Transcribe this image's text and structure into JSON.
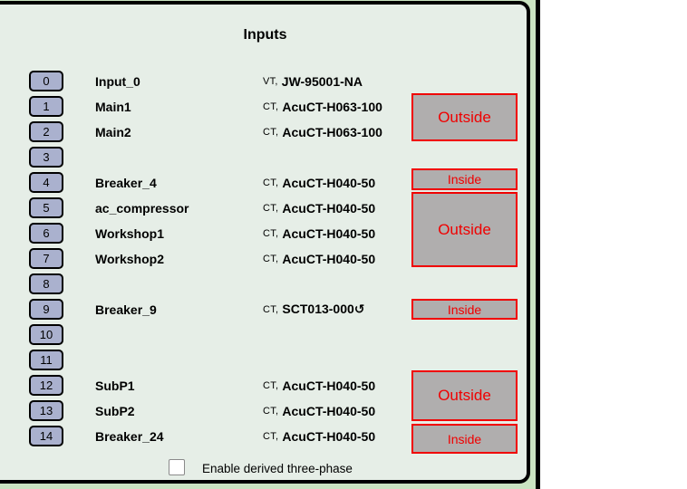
{
  "panel": {
    "title": "Inputs",
    "rows": [
      {
        "index": "0",
        "name": "Input_0",
        "sensor_type": "VT,",
        "sensor_model": "JW-95001-NA"
      },
      {
        "index": "1",
        "name": "Main1",
        "sensor_type": "CT,",
        "sensor_model": "AcuCT-H063-100"
      },
      {
        "index": "2",
        "name": "Main2",
        "sensor_type": "CT,",
        "sensor_model": "AcuCT-H063-100"
      },
      {
        "index": "3",
        "name": "",
        "sensor_type": "",
        "sensor_model": ""
      },
      {
        "index": "4",
        "name": "Breaker_4",
        "sensor_type": "CT,",
        "sensor_model": "AcuCT-H040-50"
      },
      {
        "index": "5",
        "name": "ac_compressor",
        "sensor_type": "CT,",
        "sensor_model": "AcuCT-H040-50"
      },
      {
        "index": "6",
        "name": "Workshop1",
        "sensor_type": "CT,",
        "sensor_model": "AcuCT-H040-50"
      },
      {
        "index": "7",
        "name": "Workshop2",
        "sensor_type": "CT,",
        "sensor_model": "AcuCT-H040-50"
      },
      {
        "index": "8",
        "name": "",
        "sensor_type": "",
        "sensor_model": ""
      },
      {
        "index": "9",
        "name": "Breaker_9",
        "sensor_type": "CT,",
        "sensor_model": "SCT013-000↺"
      },
      {
        "index": "10",
        "name": "",
        "sensor_type": "",
        "sensor_model": ""
      },
      {
        "index": "11",
        "name": "",
        "sensor_type": "",
        "sensor_model": ""
      },
      {
        "index": "12",
        "name": "SubP1",
        "sensor_type": "CT,",
        "sensor_model": "AcuCT-H040-50"
      },
      {
        "index": "13",
        "name": "SubP2",
        "sensor_type": "CT,",
        "sensor_model": "AcuCT-H040-50"
      },
      {
        "index": "14",
        "name": "Breaker_24",
        "sensor_type": "CT,",
        "sensor_model": "AcuCT-H040-50"
      }
    ],
    "location_boxes": [
      {
        "label": "Outside"
      },
      {
        "label": "Inside"
      },
      {
        "label": "Outside"
      },
      {
        "label": "Inside"
      },
      {
        "label": "Outside"
      },
      {
        "label": "Inside"
      }
    ],
    "checkbox": {
      "label": "Enable derived three-phase",
      "checked": false
    },
    "colors": {
      "panel_bg": "#e6eee7",
      "frame_green": "#cbe4c2",
      "button_fill": "#aab1ce",
      "location_box_fill": "#b0aeae",
      "location_accent_red": "#f00000"
    }
  }
}
